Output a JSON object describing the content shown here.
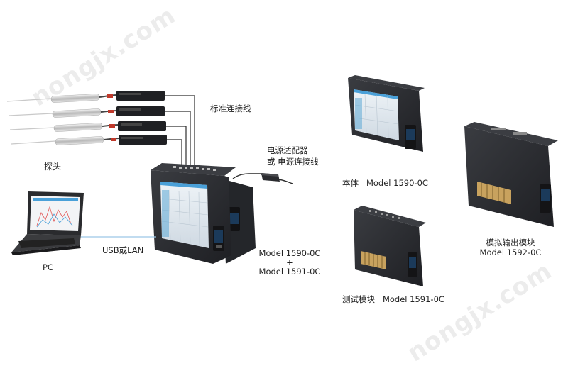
{
  "watermark": "nongjx.com",
  "labels": {
    "probe": "探头",
    "standard_cable": "标准连接线",
    "power_adapter_line1": "电源适配器",
    "power_adapter_line2": "或 电源连接线",
    "usb_lan": "USB或LAN",
    "pc": "PC",
    "combo_model_1": "Model 1590-0C",
    "combo_plus": "+",
    "combo_model_2": "Model 1591-0C",
    "main_unit": "本体",
    "main_unit_model": "Model 1590-0C",
    "test_module": "测试模块",
    "test_module_model": "Model 1591-0C",
    "analog_module": "模拟输出模块",
    "analog_module_model": "Model 1592-0C"
  },
  "colors": {
    "device_body": "#2b2d31",
    "device_dark": "#1c1d20",
    "screen_accent": "#4aa0d8",
    "usb_line": "#9cc8e6",
    "cable": "#333333",
    "connector_gold": "#c8a25e"
  }
}
